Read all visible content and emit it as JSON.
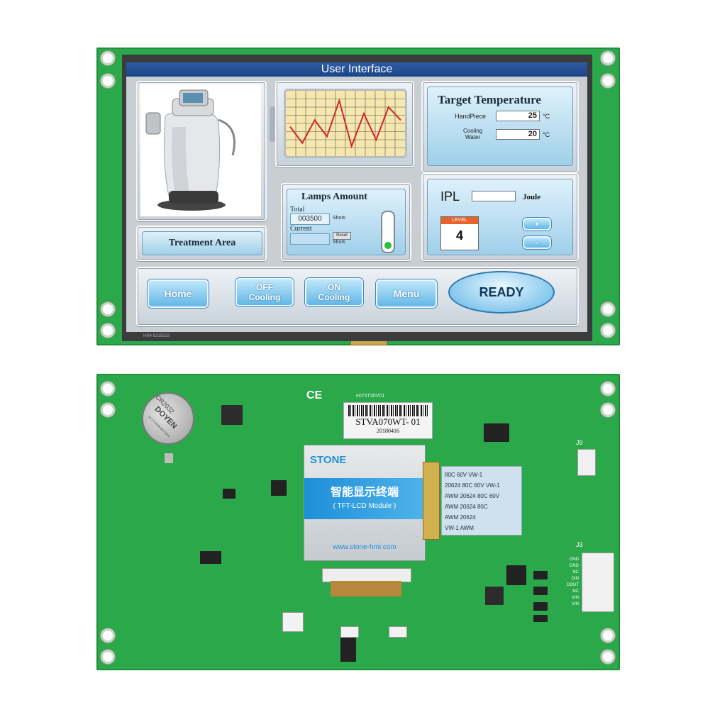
{
  "screen": {
    "title": "User Interface",
    "treatment_area": "Treatment Area",
    "target": {
      "title": "Target Temperature",
      "handpiece_label": "HandPiece",
      "handpiece_value": "25",
      "cooling_label_1": "Cooling",
      "cooling_label_2": "Water",
      "cooling_value": "20",
      "unit": "°C"
    },
    "lamps": {
      "title": "Lamps Amount",
      "total_label": "Total",
      "total_value": "003500",
      "total_unit": "Shots",
      "current_label": "Current",
      "current_value": "",
      "reset_label": "Reset",
      "reset_unit": "Shots"
    },
    "ipl": {
      "label": "IPL",
      "value": "",
      "unit": "Joule",
      "level_label": "LEVEL",
      "level_value": "4",
      "plus": "+",
      "minus": "-"
    },
    "buttons": {
      "home": "Home",
      "off_1": "OFF",
      "off_2": "Cooling",
      "on_1": "ON",
      "on_2": "Cooling",
      "menu": "Menu",
      "ready": "READY"
    },
    "graph_points": [
      0.55,
      0.8,
      0.45,
      0.7,
      0.15,
      0.85,
      0.35,
      0.75,
      0.25,
      0.45
    ],
    "bezel_code": "HR4 8215533"
  },
  "back": {
    "battery_top": "CR2032",
    "battery_brand": "DOYEN",
    "battery_sub": "3V LITHIUM BATTERY",
    "pcb_code": "e070T30V01",
    "cert": "CE",
    "model": "STVA070WT- 01",
    "date": "20180416",
    "module_brand": "STONE",
    "module_cn": "智能显示终端",
    "module_sub": "( TFT-LCD Module )",
    "module_url": "www.stone-hmi.com",
    "j9": "J9",
    "j3": "J3",
    "pins": [
      "GND",
      "GND",
      "NC",
      "DIN",
      "DOUT",
      "NC",
      "VIN",
      "VIN"
    ],
    "flex_lines": [
      "80C  60V  VW-1",
      "20624  80C  60V  VW-1",
      "AWM  20624  80C  60V",
      "AWM  20624  80C",
      "AWM  20624",
      "VW-1   AWM"
    ]
  }
}
